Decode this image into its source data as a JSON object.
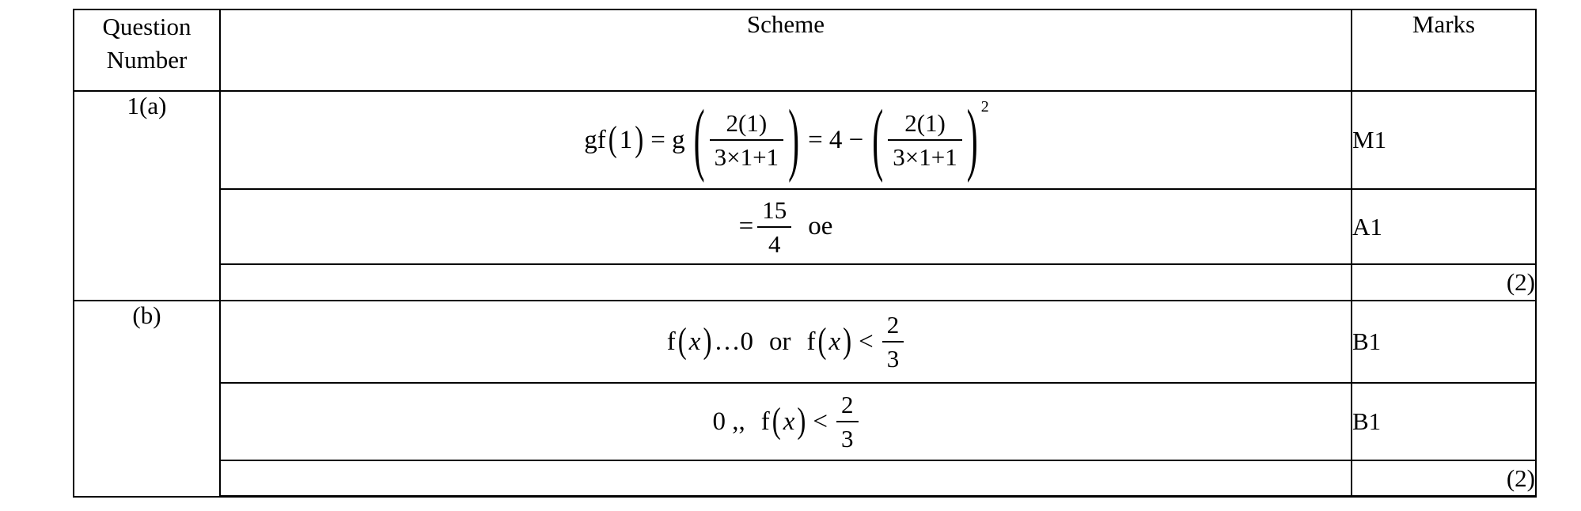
{
  "colors": {
    "background": "#ffffff",
    "border": "#000000",
    "text": "#000000"
  },
  "table": {
    "header": {
      "question_number": "Question Number",
      "scheme": "Scheme",
      "marks": "Marks"
    },
    "question_labels": {
      "a": "1(a)",
      "b": "(b)"
    },
    "marks": {
      "row1": "M1",
      "row2": "A1",
      "total_a": "(2)",
      "row4": "B1",
      "row5": "B1",
      "total_b": "(2)"
    },
    "equations": {
      "eq1": {
        "gf": "gf",
        "lp1": "(",
        "one": "1",
        "rp1": ")",
        "eq_g": "= g",
        "lp2": "(",
        "f1_num": "2(1)",
        "f1_den": "3×1+1",
        "rp2": ")",
        "mid": "= 4 −",
        "lp3": "(",
        "f2_num": "2(1)",
        "f2_den": "3×1+1",
        "rp3": ")",
        "power": "2"
      },
      "eq2": {
        "eq": "=",
        "num": "15",
        "den": "4",
        "suffix": "oe"
      },
      "eq3": {
        "f1": "f",
        "lp1": "(",
        "x1": "x",
        "rp1": ")",
        "dots": "…0",
        "or": "or",
        "f2": "f",
        "lp2": "(",
        "x2": "x",
        "rp2": ")",
        "lt": "<",
        "num": "2",
        "den": "3"
      },
      "eq4": {
        "lead": "0 ,,",
        "f": "f",
        "lp": "(",
        "x": "x",
        "rp": ")",
        "lt": "<",
        "num": "2",
        "den": "3"
      }
    }
  }
}
